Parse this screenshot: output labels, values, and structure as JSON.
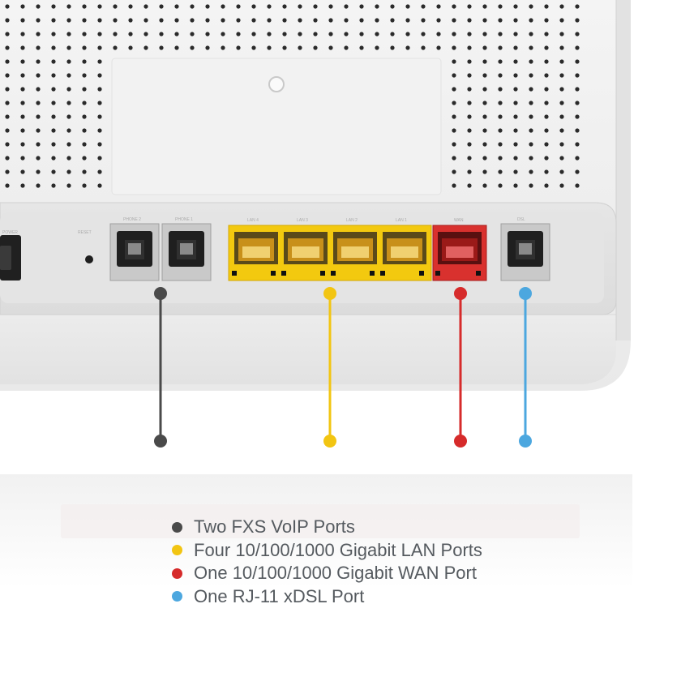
{
  "ports": {
    "voip": {
      "count": 2,
      "color": "#4a4a4a",
      "labels": [
        "PHONE 2",
        "PHONE 1"
      ]
    },
    "lan": {
      "count": 4,
      "color": "#f2c512",
      "labels": [
        "LAN 4",
        "LAN 3",
        "LAN 2",
        "LAN 1"
      ]
    },
    "wan": {
      "count": 1,
      "color": "#d62b2b",
      "labels": [
        "WAN"
      ]
    },
    "dsl": {
      "count": 1,
      "color": "#4ca7df",
      "labels": [
        "DSL"
      ]
    },
    "reset_label": "RESET",
    "power_label": "POWER"
  },
  "legend": {
    "items": [
      {
        "label": "Two FXS VoIP Ports",
        "color": "#4a4a4a"
      },
      {
        "label": "Four 10/100/1000 Gigabit LAN Ports",
        "color": "#f2c512"
      },
      {
        "label": "One 10/100/1000 Gigabit WAN Port",
        "color": "#d62b2b"
      },
      {
        "label": "One RJ-11 xDSL Port",
        "color": "#4ca7df"
      }
    ]
  }
}
